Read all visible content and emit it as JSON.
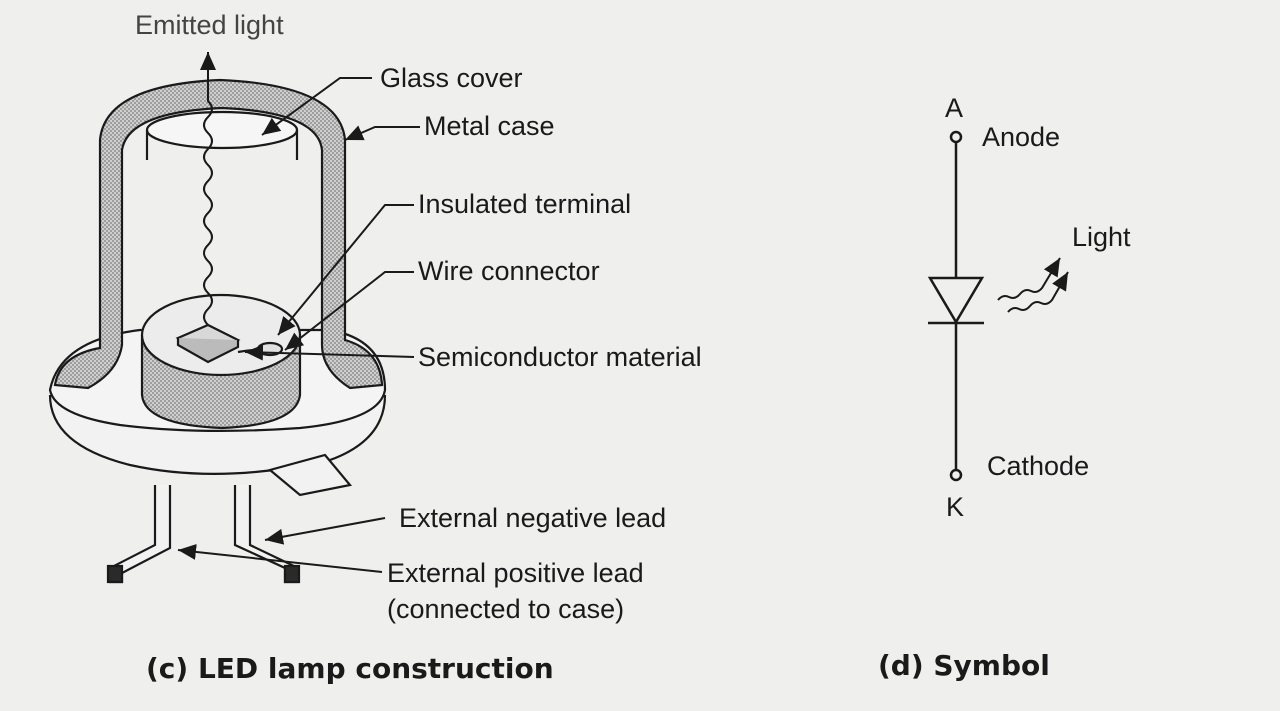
{
  "construction": {
    "emitted_light": "Emitted light",
    "glass_cover": "Glass cover",
    "metal_case": "Metal case",
    "insulated_terminal": "Insulated terminal",
    "wire_connector": "Wire connector",
    "semiconductor_material": "Semiconductor material",
    "external_negative_lead": "External negative lead",
    "external_positive_lead_line1": "External positive lead",
    "external_positive_lead_line2": "(connected to case)",
    "caption": "(c) LED lamp construction"
  },
  "symbol": {
    "anode_letter": "A",
    "anode_label": "Anode",
    "light_label": "Light",
    "cathode_label": "Cathode",
    "cathode_letter": "K",
    "caption": "(d) Symbol"
  },
  "colors": {
    "background": "#efefed",
    "ink": "#1a1a1a",
    "case_fill": "#bdbdbd"
  }
}
